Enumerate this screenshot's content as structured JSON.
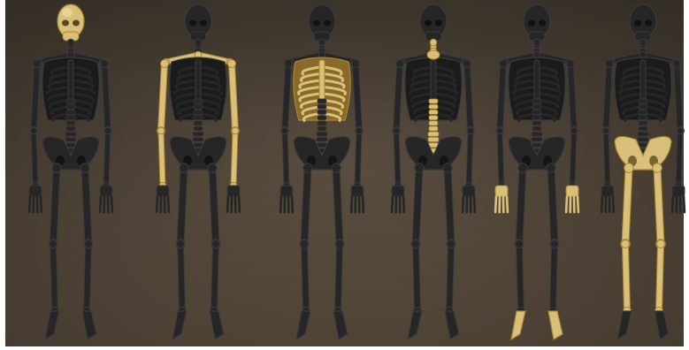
{
  "image": {
    "background_top": "#4a4136",
    "background_bottom": "#6a5a48",
    "frame_color": "#ffffff",
    "bone_dark": "#262626",
    "bone_dark_edge": "#3b3b3b",
    "bone_highlight": "#d9c07a",
    "bone_highlight_light": "#efe0a6",
    "bone_highlight_edge": "#a8862f"
  },
  "skeletons": [
    {
      "highlight": [
        "skull"
      ]
    },
    {
      "highlight": [
        "arms"
      ]
    },
    {
      "highlight": [
        "ribs"
      ]
    },
    {
      "highlight": [
        "spine"
      ]
    },
    {
      "highlight": [
        "hands",
        "feet"
      ]
    },
    {
      "highlight": [
        "pelvis",
        "legs"
      ]
    }
  ]
}
